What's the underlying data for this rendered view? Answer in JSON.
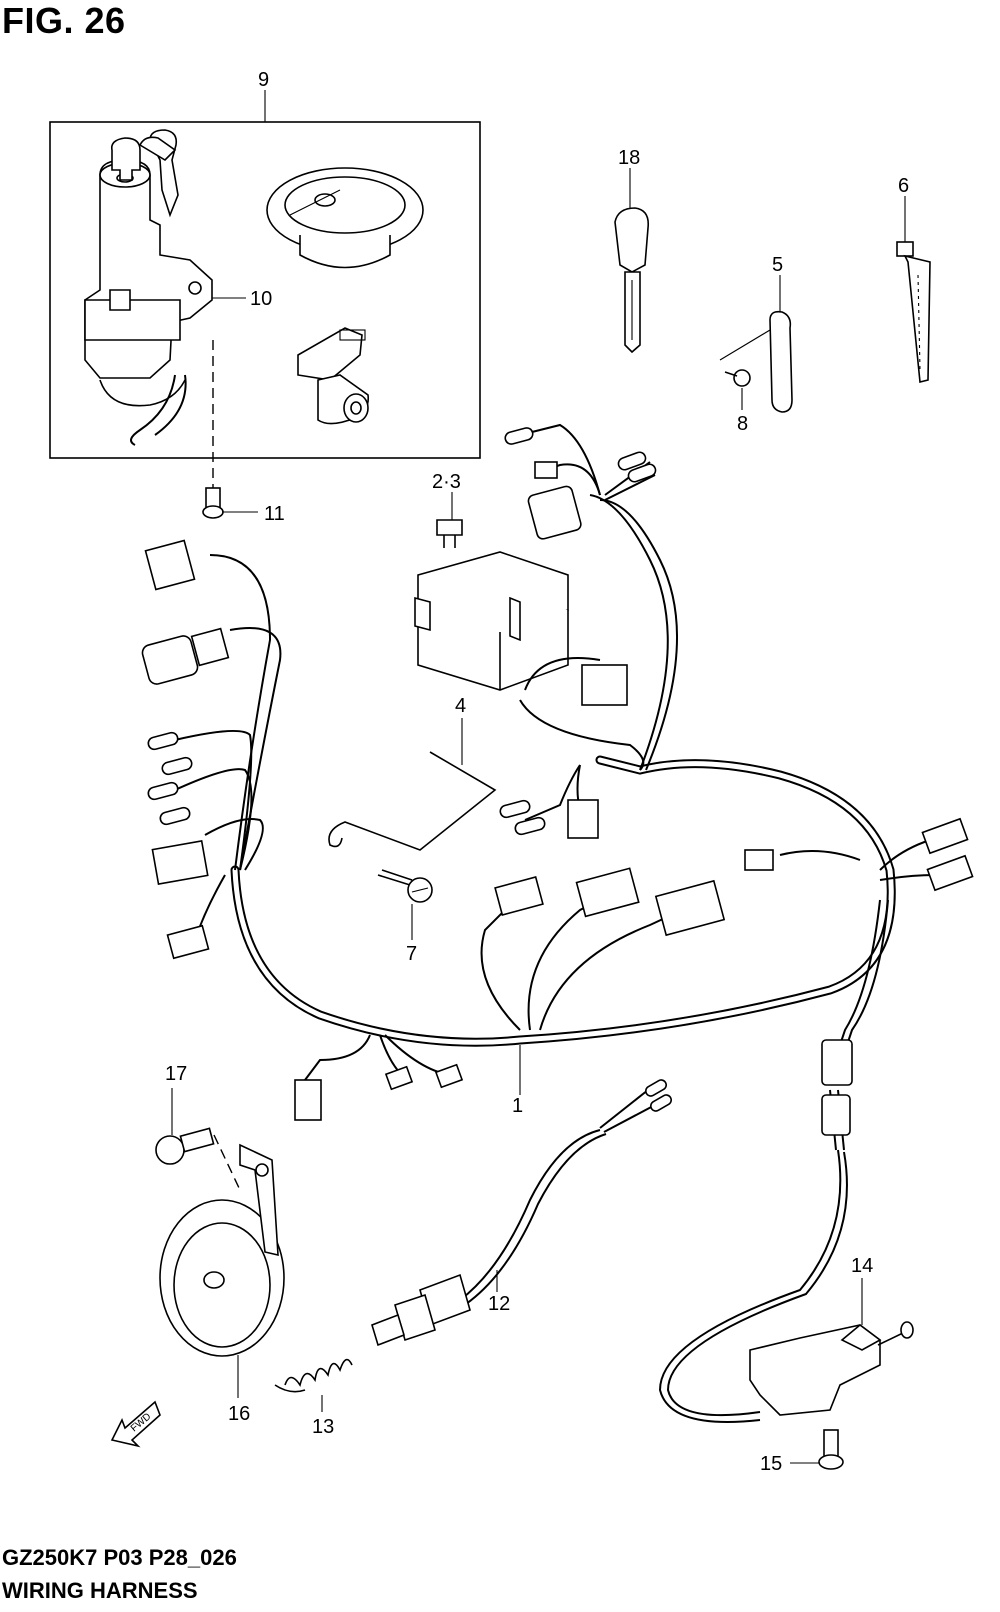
{
  "figure": {
    "title": "FIG. 26",
    "model_code": "GZ250K7 P03 P28_026",
    "name": "WIRING HARNESS",
    "fwd_label": "FWD"
  },
  "callouts": {
    "p1": "1",
    "p2_3": "2·3",
    "p4": "4",
    "p5": "5",
    "p6": "6",
    "p7": "7",
    "p8": "8",
    "p9": "9",
    "p10": "10",
    "p11": "11",
    "p12": "12",
    "p13": "13",
    "p14": "14",
    "p15": "15",
    "p16": "16",
    "p17": "17",
    "p18": "18"
  }
}
